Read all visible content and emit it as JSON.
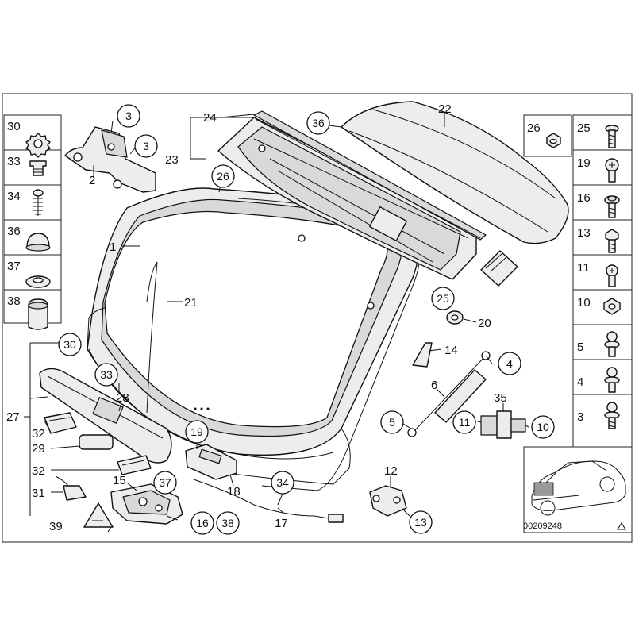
{
  "diagram": {
    "drawing_code": "00209248",
    "left_column_parts": [
      "30",
      "33",
      "34",
      "36",
      "37",
      "38"
    ],
    "right_column_parts": [
      "25",
      "19",
      "16",
      "13",
      "11",
      "10",
      "5",
      "4",
      "3"
    ],
    "right_top_part": "26",
    "callouts": {
      "tailgate": "1",
      "hinge": "2",
      "hinge_bolt_a": "3",
      "hinge_bolt_b": "3",
      "gas_spring": "4",
      "gas_spring_lower": "5",
      "strut": "6",
      "buffer_nut": "10",
      "buffer_bolt": "11",
      "bracket": "12",
      "bracket_bolt": "13",
      "wedge": "14",
      "lock_handle": "15",
      "lock_screw": "16",
      "cable_17": "17",
      "latch": "18",
      "latch_screw": "19",
      "clip_20": "20",
      "seal": "21",
      "spoiler": "22",
      "spoiler_trim": "23",
      "trim_strip": "24",
      "spoiler_nut": "25",
      "spoiler_clip": "26",
      "handle_group": "27",
      "handle_trim": "28",
      "button": "29",
      "handle_clip": "30",
      "sensor": "31",
      "plate_a": "32",
      "plate_b": "32",
      "handle_clip_33": "33",
      "cable_34": "34",
      "buffer_assy": "35",
      "seal_36": "36",
      "lock_37": "37",
      "lock_38": "38",
      "warning_label": "39"
    }
  }
}
